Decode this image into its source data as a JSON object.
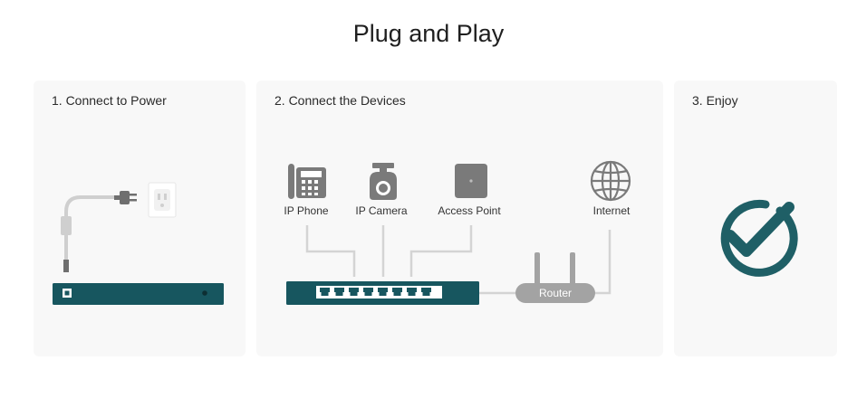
{
  "page": {
    "title": "Plug and Play"
  },
  "steps": [
    {
      "title": "1. Connect to Power"
    },
    {
      "title": "2. Connect the Devices"
    },
    {
      "title": "3. Enjoy"
    }
  ],
  "devices": [
    {
      "label": "IP Phone",
      "icon": "ip-phone-icon"
    },
    {
      "label": "IP Camera",
      "icon": "ip-camera-icon"
    },
    {
      "label": "Access Point",
      "icon": "access-point-icon"
    },
    {
      "label": "Internet",
      "icon": "globe-icon"
    }
  ],
  "router": {
    "label": "Router"
  },
  "colors": {
    "switch": "#17565f",
    "accent": "#1f5f66",
    "device_gray": "#7a7a7a",
    "line_gray": "#d4d4d4"
  }
}
